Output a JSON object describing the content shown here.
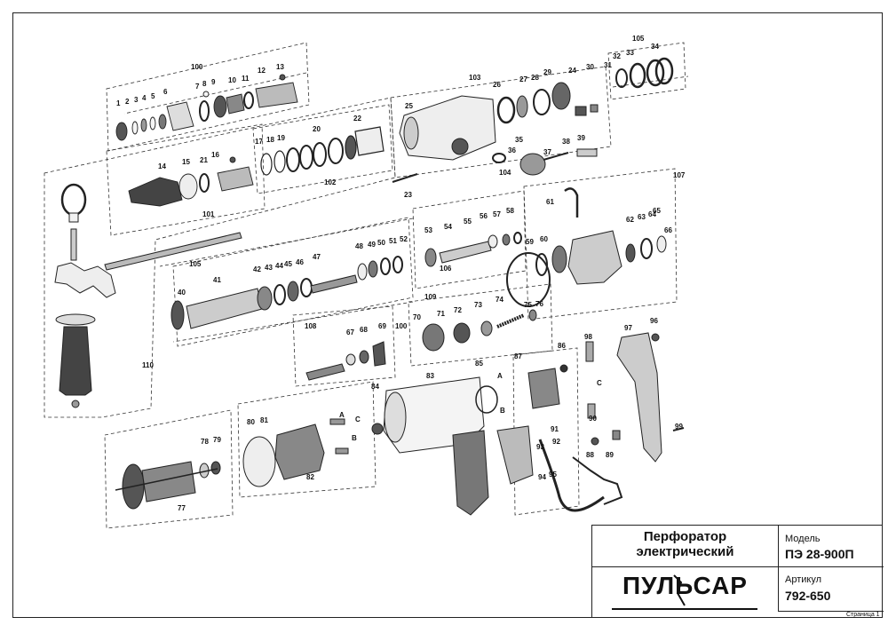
{
  "title_block": {
    "product_name_line1": "Перфоратор",
    "product_name_line2": "электрический",
    "brand": "ПУЛЬСАР",
    "model_label": "Модель",
    "model_value": "ПЭ 28-900П",
    "article_label": "Артикул",
    "article_value": "792-650",
    "page_label": "Страница 1"
  },
  "groups": [
    "100",
    "101",
    "102",
    "103",
    "104",
    "105",
    "106",
    "107",
    "108",
    "109",
    "110",
    "77",
    "82",
    "87",
    "105"
  ],
  "part_numbers": [
    "1",
    "2",
    "3",
    "4",
    "5",
    "6",
    "7",
    "8",
    "9",
    "10",
    "11",
    "12",
    "13",
    "14",
    "15",
    "16",
    "17",
    "18",
    "19",
    "20",
    "21",
    "22",
    "23",
    "24",
    "25",
    "26",
    "27",
    "28",
    "29",
    "30",
    "31",
    "32",
    "33",
    "34",
    "35",
    "36",
    "37",
    "38",
    "39",
    "40",
    "41",
    "42",
    "43",
    "44",
    "45",
    "46",
    "47",
    "48",
    "49",
    "50",
    "51",
    "52",
    "53",
    "54",
    "55",
    "56",
    "57",
    "58",
    "59",
    "60",
    "61",
    "62",
    "63",
    "64",
    "65",
    "66",
    "67",
    "68",
    "69",
    "70",
    "71",
    "72",
    "73",
    "74",
    "75",
    "76",
    "78",
    "79",
    "80",
    "81",
    "83",
    "84",
    "85",
    "86",
    "88",
    "89",
    "90",
    "91",
    "92",
    "93",
    "94",
    "95",
    "96",
    "97",
    "98",
    "99",
    "100"
  ],
  "section_letters": [
    "A",
    "B",
    "C",
    "A",
    "B",
    "C"
  ]
}
